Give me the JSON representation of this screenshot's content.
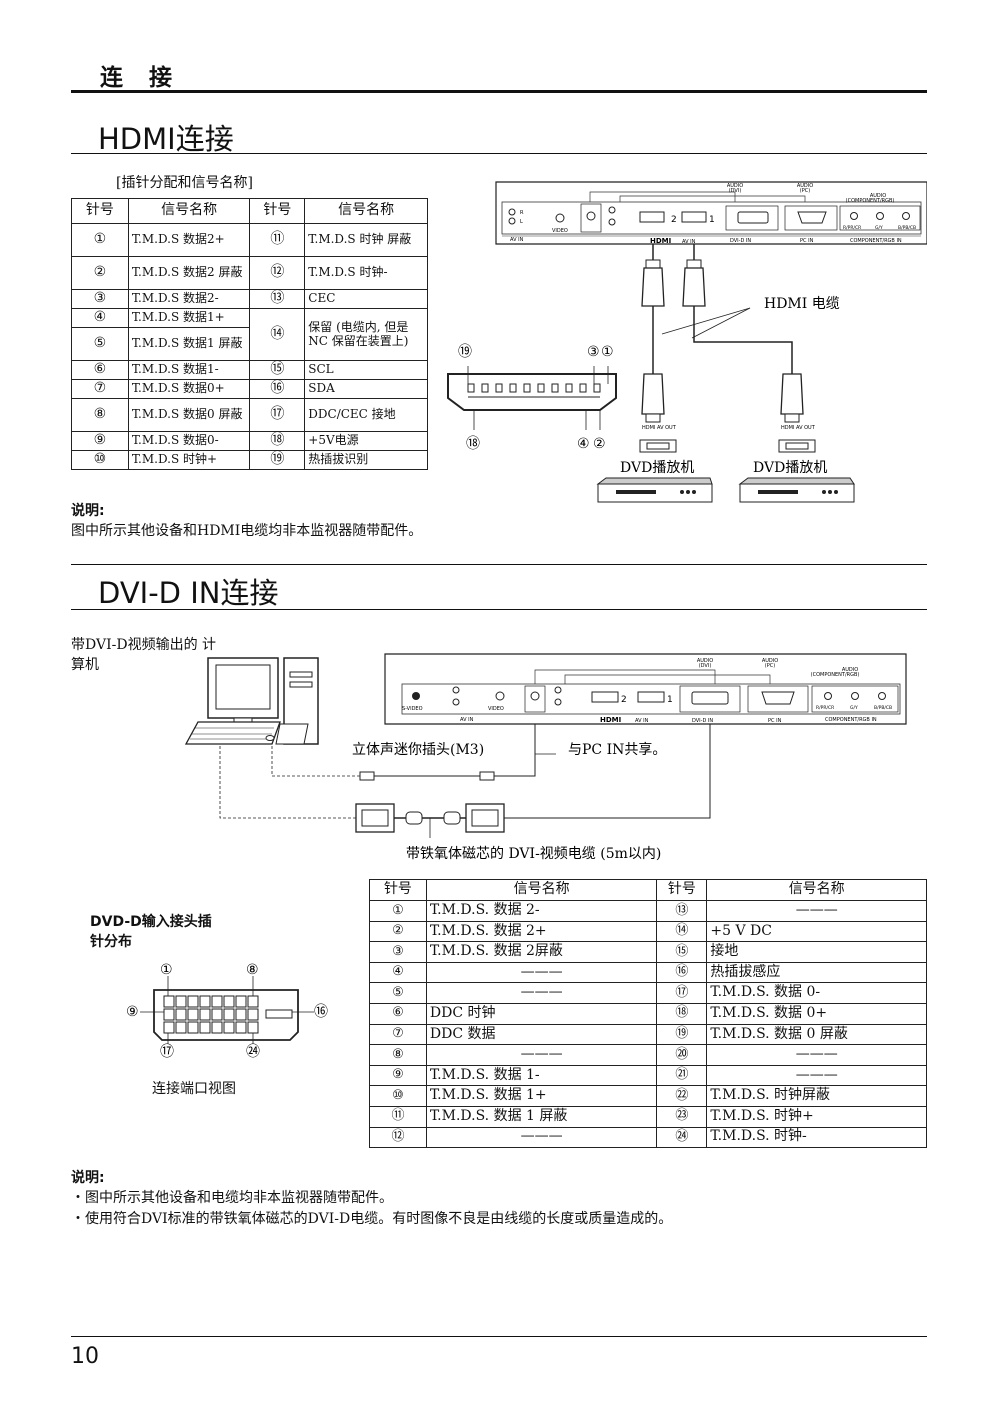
{
  "header": {
    "title": "连 接"
  },
  "hdmi": {
    "title": "HDMI连接",
    "table_caption": "[插针分配和信号名称]",
    "col_pin": "针号",
    "col_signal": "信号名称",
    "left_rows": [
      {
        "pin": "①",
        "signal": "T.M.D.S 数据2+"
      },
      {
        "pin": "②",
        "signal": "T.M.D.S 数据2 屏蔽"
      },
      {
        "pin": "③",
        "signal": "T.M.D.S 数据2-"
      },
      {
        "pin": "④",
        "signal": "T.M.D.S 数据1+"
      },
      {
        "pin": "⑤",
        "signal": "T.M.D.S 数据1 屏蔽"
      },
      {
        "pin": "⑥",
        "signal": "T.M.D.S 数据1-"
      },
      {
        "pin": "⑦",
        "signal": "T.M.D.S 数据0+"
      },
      {
        "pin": "⑧",
        "signal": "T.M.D.S 数据0 屏蔽"
      },
      {
        "pin": "⑨",
        "signal": "T.M.D.S 数据0-"
      },
      {
        "pin": "⑩",
        "signal": "T.M.D.S 时钟+"
      }
    ],
    "right_rows": [
      {
        "pin": "⑪",
        "signal": "T.M.D.S 时钟 屏蔽"
      },
      {
        "pin": "⑫",
        "signal": "T.M.D.S 时钟-"
      },
      {
        "pin": "⑬",
        "signal": "CEC"
      },
      {
        "pin": "⑭",
        "signal": "保留 (电缆内, 但是NC 保留在装置上)"
      },
      {
        "pin": "⑮",
        "signal": "SCL"
      },
      {
        "pin": "⑯",
        "signal": "SDA"
      },
      {
        "pin": "⑰",
        "signal": "DDC/CEC 接地"
      },
      {
        "pin": "⑱",
        "signal": "+5V电源"
      },
      {
        "pin": "⑲",
        "signal": "热插拔识别"
      }
    ],
    "cable_label": "HDMI 电缆",
    "dvd_label": "DVD播放机",
    "hdmi_av_out": "HDMI AV OUT",
    "connector_pins": {
      "p19": "⑲",
      "p3": "③",
      "p1": "①",
      "p18": "⑱",
      "p4": "④",
      "p2": "②"
    },
    "note_heading": "说明:",
    "note_text": "图中所示其他设备和HDMI电缆均非本监视器随带配件。"
  },
  "panel": {
    "audio": "AUDIO",
    "dvi": "(DVI)",
    "pc": "(PC)",
    "comp": "(COMPONENT/RGB)",
    "r": "R",
    "l": "L",
    "video": "VIDEO",
    "svideo": "S-VIDEO",
    "av_in": "AV IN",
    "hdmi_av_in": "AV IN",
    "dvi_in": "DVI-D IN",
    "pc_in": "PC IN",
    "comp_in": "COMPONENT/RGB IN",
    "pr": "R/PR/CR",
    "gy": "G/Y",
    "pb": "B/PB/CB",
    "hdmi_logo": "HDMI",
    "port1": "1",
    "port2": "2"
  },
  "dvi": {
    "title": "DVI-D IN连接",
    "computer_label": "带DVI-D视频输出的 计算机",
    "mini_plug_label": "立体声迷你插头(M3)",
    "shared_label": "与PC IN共享。",
    "cable_label": "带铁氧体磁芯的 DVI-视频电缆 (5m以内)",
    "pin_layout_title": "DVD-D输入接头插 针分布",
    "connector_view": "连接端口视图",
    "pin_marks": {
      "p1": "①",
      "p8": "⑧",
      "p9": "⑨",
      "p16": "⑯",
      "p17": "⑰",
      "p24": "㉔"
    },
    "col_pin": "针号",
    "col_signal": "信号名称",
    "rows": [
      {
        "pin": "①",
        "signal": "T.M.D.S.  数据 2-",
        "pin2": "⑬",
        "signal2": "———"
      },
      {
        "pin": "②",
        "signal": "T.M.D.S.  数据 2+",
        "pin2": "⑭",
        "signal2": "+5 V DC"
      },
      {
        "pin": "③",
        "signal": "T.M.D.S.  数据 2屏蔽",
        "pin2": "⑮",
        "signal2": "接地"
      },
      {
        "pin": "④",
        "signal": "———",
        "pin2": "⑯",
        "signal2": "热插拔感应"
      },
      {
        "pin": "⑤",
        "signal": "———",
        "pin2": "⑰",
        "signal2": "T.M.D.S.  数据 0-"
      },
      {
        "pin": "⑥",
        "signal": "DDC 时钟",
        "pin2": "⑱",
        "signal2": "T.M.D.S.  数据 0+"
      },
      {
        "pin": "⑦",
        "signal": "DDC 数据",
        "pin2": "⑲",
        "signal2": "T.M.D.S.  数据 0 屏蔽"
      },
      {
        "pin": "⑧",
        "signal": "———",
        "pin2": "⑳",
        "signal2": "———"
      },
      {
        "pin": "⑨",
        "signal": "T.M.D.S.  数据 1-",
        "pin2": "㉑",
        "signal2": "———"
      },
      {
        "pin": "⑩",
        "signal": "T.M.D.S.  数据 1+",
        "pin2": "㉒",
        "signal2": "T.M.D.S.  时钟屏蔽"
      },
      {
        "pin": "⑪",
        "signal": "T.M.D.S.  数据 1 屏蔽",
        "pin2": "㉓",
        "signal2": "T.M.D.S.  时钟+"
      },
      {
        "pin": "⑫",
        "signal": "———",
        "pin2": "㉔",
        "signal2": "T.M.D.S.  时钟-"
      }
    ],
    "note_heading": "说明:",
    "notes": [
      "・图中所示其他设备和电缆均非本监视器随带配件。",
      "・使用符合DVI标准的带铁氧体磁芯的DVI-D电缆。有时图像不良是由线缆的长度或质量造成的。"
    ]
  },
  "footer": {
    "page_number": "10"
  }
}
